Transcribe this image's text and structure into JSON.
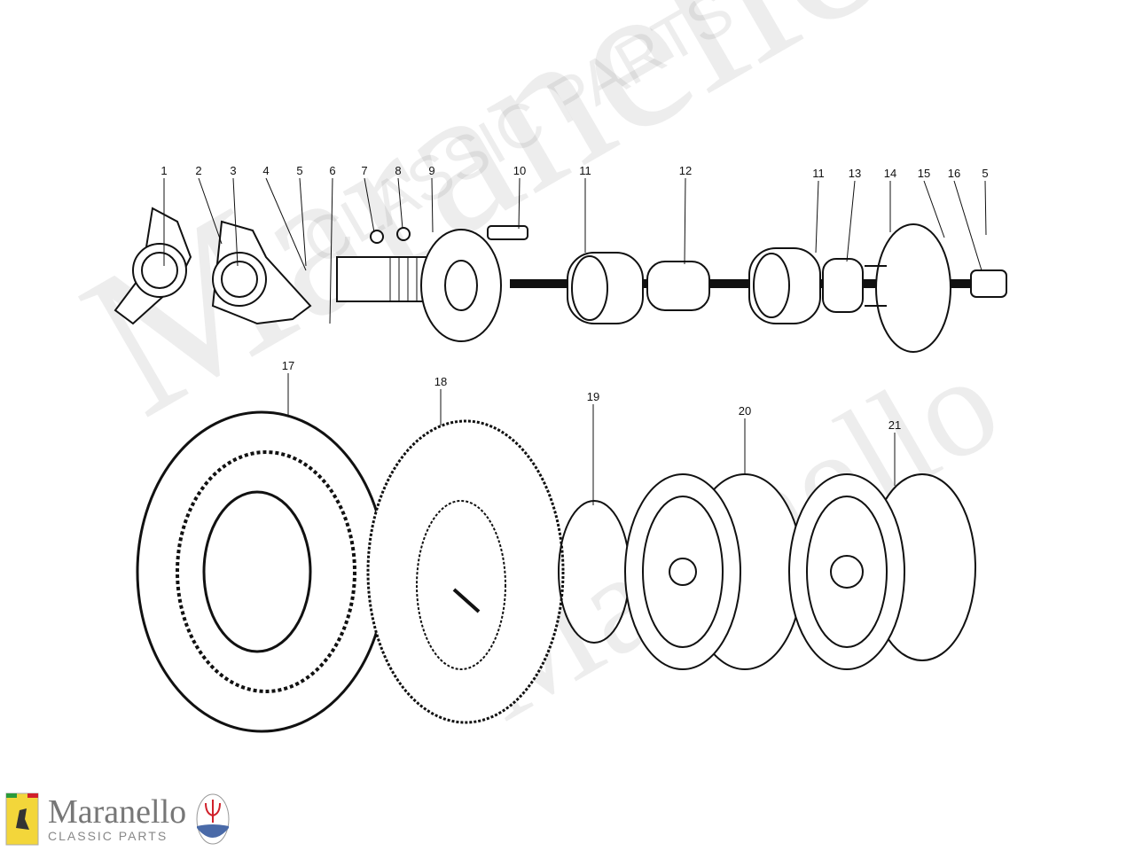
{
  "logo": {
    "brand": "Maranello",
    "subtitle": "CLASSIC PARTS",
    "left_badge": "Ferrari",
    "right_badge": "MASERATI"
  },
  "watermark": {
    "brand": "Maranello",
    "subtitle": "CLASSIC PARTS"
  },
  "callouts": [
    "1",
    "2",
    "3",
    "4",
    "5",
    "6",
    "7",
    "8",
    "9",
    "10",
    "11",
    "12",
    "11",
    "13",
    "14",
    "15",
    "16",
    "5",
    "17",
    "18",
    "19",
    "20",
    "21"
  ],
  "colors": {
    "ink": "#111111",
    "ferrari_yellow": "#f3d63a",
    "maserati_red": "#d0202a",
    "maserati_blue": "#4a6aa8"
  }
}
